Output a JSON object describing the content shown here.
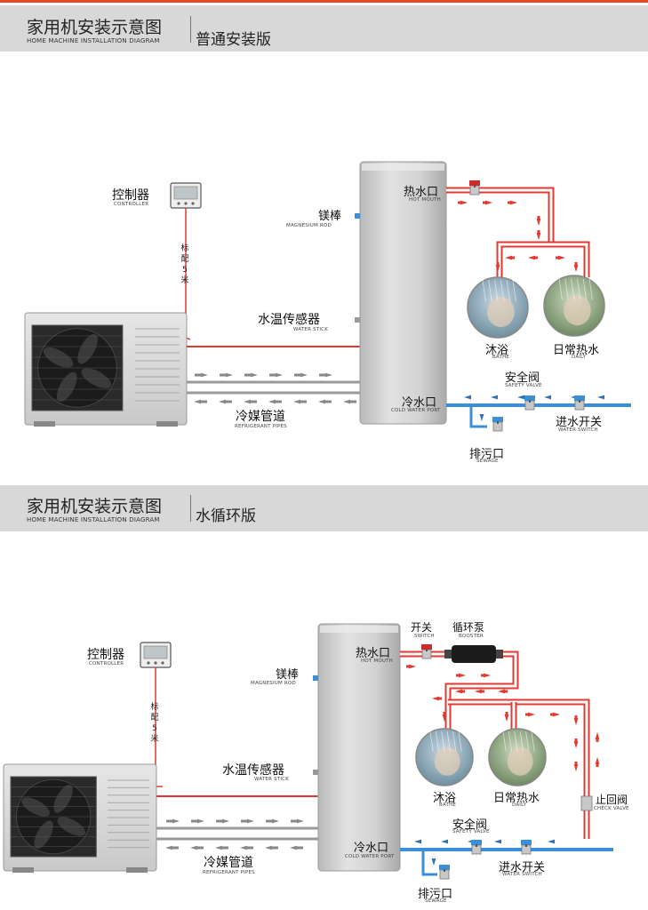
{
  "top_bar_color": "#e8461e",
  "colors": {
    "hot_pipe": "#e03a32",
    "hot_arrow_fill": "#f3b2ad",
    "cold_pipe": "#3a8fd6",
    "cold_arrow": "#2f6fb3",
    "refrigerant_arrow": "#888888",
    "tank": "#d4d4d4"
  },
  "sections": [
    {
      "title": "家用机安装示意图",
      "subtitle": "HOME MACHINE INSTALLATION DIAGRAM",
      "version": "普通安装版"
    },
    {
      "title": "家用机安装示意图",
      "subtitle": "HOME MACHINE INSTALLATION DIAGRAM",
      "version": "水循环版"
    }
  ],
  "labels": {
    "controller_cn": "控制器",
    "controller_en": "CONTROLLER",
    "magnesium_cn": "镁棒",
    "magnesium_en": "MAGNESIUM ROD",
    "sensor_cn": "水温传感器",
    "sensor_en": "WATER STICK",
    "refrig_cn": "冷媒管道",
    "refrig_en": "REFRIGERANT PIPES",
    "hot_cn": "热水口",
    "hot_en": "HOT MOUTH",
    "cold_cn": "冷水口",
    "cold_en": "COLD WATER PORT",
    "bath_cn": "沐浴",
    "bath_en": "BATHE",
    "daily_cn": "日常热水",
    "daily_en": "DAILY",
    "safety_cn": "安全阀",
    "safety_en": "SAFETY VALVE",
    "inlet_cn": "进水开关",
    "inlet_en": "WATER SWITCH",
    "sewage_cn": "排污口",
    "sewage_en": "SEWAGE",
    "switch_cn": "开关",
    "switch_en": "SWITCH",
    "booster_cn": "循环泵",
    "booster_en": "BOOSTER",
    "check_cn": "止回阀",
    "check_en": "CHECK VALVE",
    "cable_vertical": [
      "标",
      "配",
      "5",
      "米"
    ]
  }
}
